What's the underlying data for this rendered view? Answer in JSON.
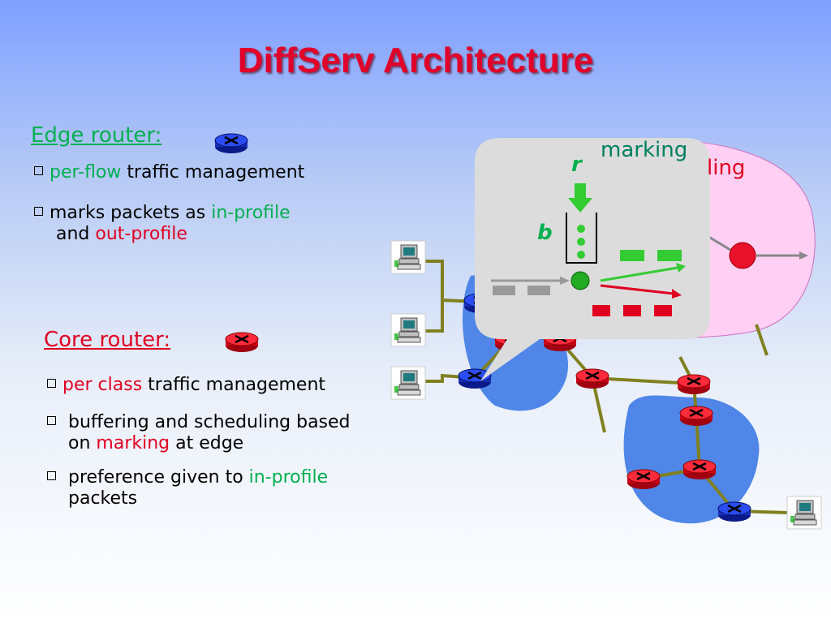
{
  "title": "DiffServ Architecture",
  "edge": {
    "heading": "Edge router:",
    "b1": {
      "hi": "per-flow",
      "rest": " traffic management"
    },
    "b2": {
      "pre": "marks packets as ",
      "in": "in-profile",
      "and": "and ",
      "out": "out-profile"
    }
  },
  "core": {
    "heading": "Core router:",
    "b1": {
      "hi": "per class",
      "rest": " traffic management"
    },
    "b2": {
      "line1": " buffering and scheduling based",
      "on": "on ",
      "hi": "marking",
      "rest": " at edge"
    },
    "b3": {
      "pre": " preference given to ",
      "hi": "in-profile",
      "line2": "packets"
    }
  },
  "callout": {
    "marking": "marking",
    "scheduling_partial": "ling",
    "r": "r",
    "b": "b"
  },
  "colors": {
    "title": "#e0002a",
    "edge_router": "#1f3fd6",
    "core_router": "#e0102a",
    "green": "#00b050",
    "red": "#e00020",
    "link": "#808020",
    "cloud": "#4f86e8"
  },
  "icons": {
    "edge_router": "blue-router-icon",
    "core_router": "red-router-icon",
    "host": "computer-icon"
  }
}
